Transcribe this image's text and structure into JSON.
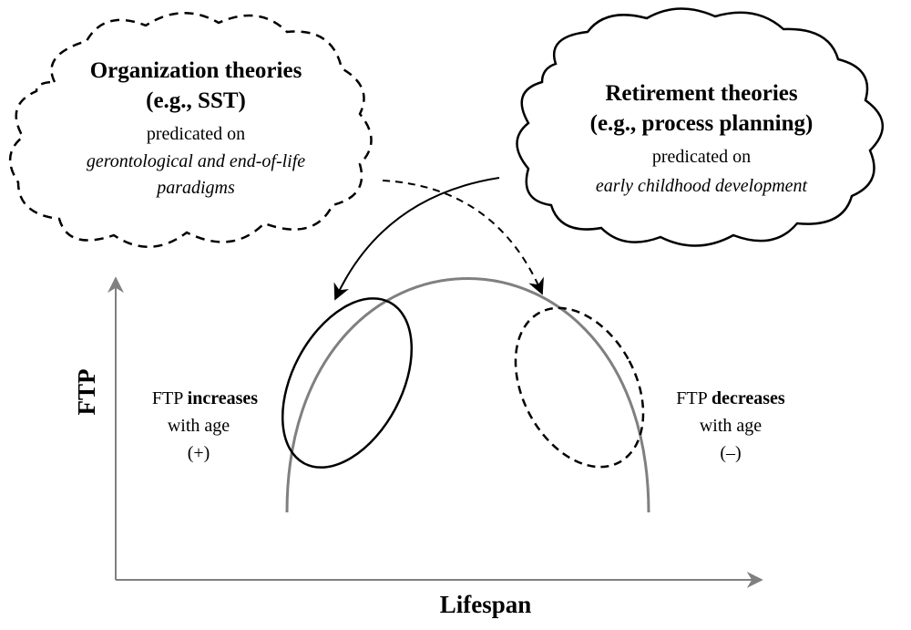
{
  "org_cloud": {
    "title_line1": "Organization theories",
    "title_line2": "(e.g., SST)",
    "predicated": "predicated on",
    "paradigm_line1": "gerontological and end-of-life",
    "paradigm_line2": "paradigms"
  },
  "ret_cloud": {
    "title_line1": "Retirement theories",
    "title_line2": "(e.g., process planning)",
    "predicated": "predicated on",
    "paradigm": "early childhood development"
  },
  "axes": {
    "y_label": "FTP",
    "x_label": "Lifespan"
  },
  "left_note": {
    "line1_plain": "FTP ",
    "line1_bold": "increases",
    "line2": "with age",
    "line3": "(+)"
  },
  "right_note": {
    "line1_plain": "FTP ",
    "line1_bold": "decreases",
    "line2": "with age",
    "line3": "(–)"
  },
  "colors": {
    "curve": "#808080",
    "axis": "#808080",
    "ink": "#000000"
  }
}
